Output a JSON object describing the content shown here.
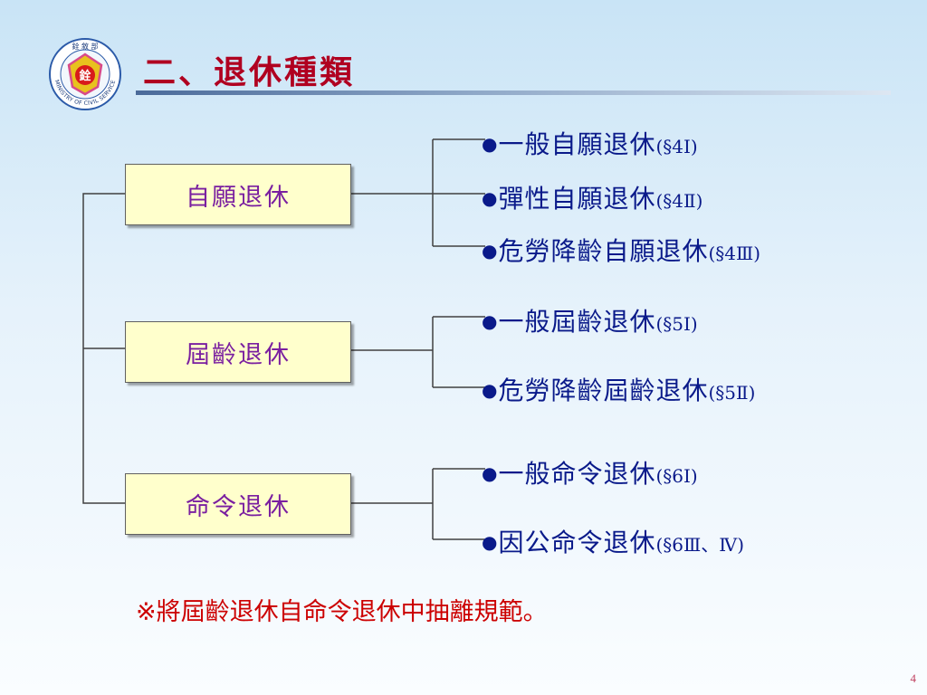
{
  "title": "二、退休種類",
  "logo": {
    "top_chars": "銓 敘 部",
    "center_char": "銓",
    "ring_text": "MINISTRY OF CIVIL SERVICE"
  },
  "categories": [
    {
      "label": "自願退休",
      "items": [
        {
          "bullet": "●",
          "name": "一般自願退休",
          "ref": "(§4Ⅰ)"
        },
        {
          "bullet": "●",
          "name": "彈性自願退休",
          "ref": "(§4Ⅱ)"
        },
        {
          "bullet": "●",
          "name": "危勞降齡自願退休",
          "ref": "(§4Ⅲ)"
        }
      ]
    },
    {
      "label": "屆齡退休",
      "items": [
        {
          "bullet": "●",
          "name": "一般屆齡退休",
          "ref": "(§5Ⅰ)"
        },
        {
          "bullet": "●",
          "name": "危勞降齡屆齡退休",
          "ref": "(§5Ⅱ)"
        }
      ]
    },
    {
      "label": "命令退休",
      "items": [
        {
          "bullet": "●",
          "name": "一般命令退休",
          "ref": "(§6Ⅰ)"
        },
        {
          "bullet": "●",
          "name": "因公命令退休",
          "ref": "(§6Ⅲ、Ⅳ)"
        }
      ]
    }
  ],
  "note": "※將屆齡退休自命令退休中抽離規範。",
  "page_number": "4",
  "colors": {
    "title": "#b00020",
    "category_text": "#7a1fa0",
    "category_fill": "#ffffcc",
    "item_text": "#0a1a8a",
    "note": "#cc0000"
  }
}
